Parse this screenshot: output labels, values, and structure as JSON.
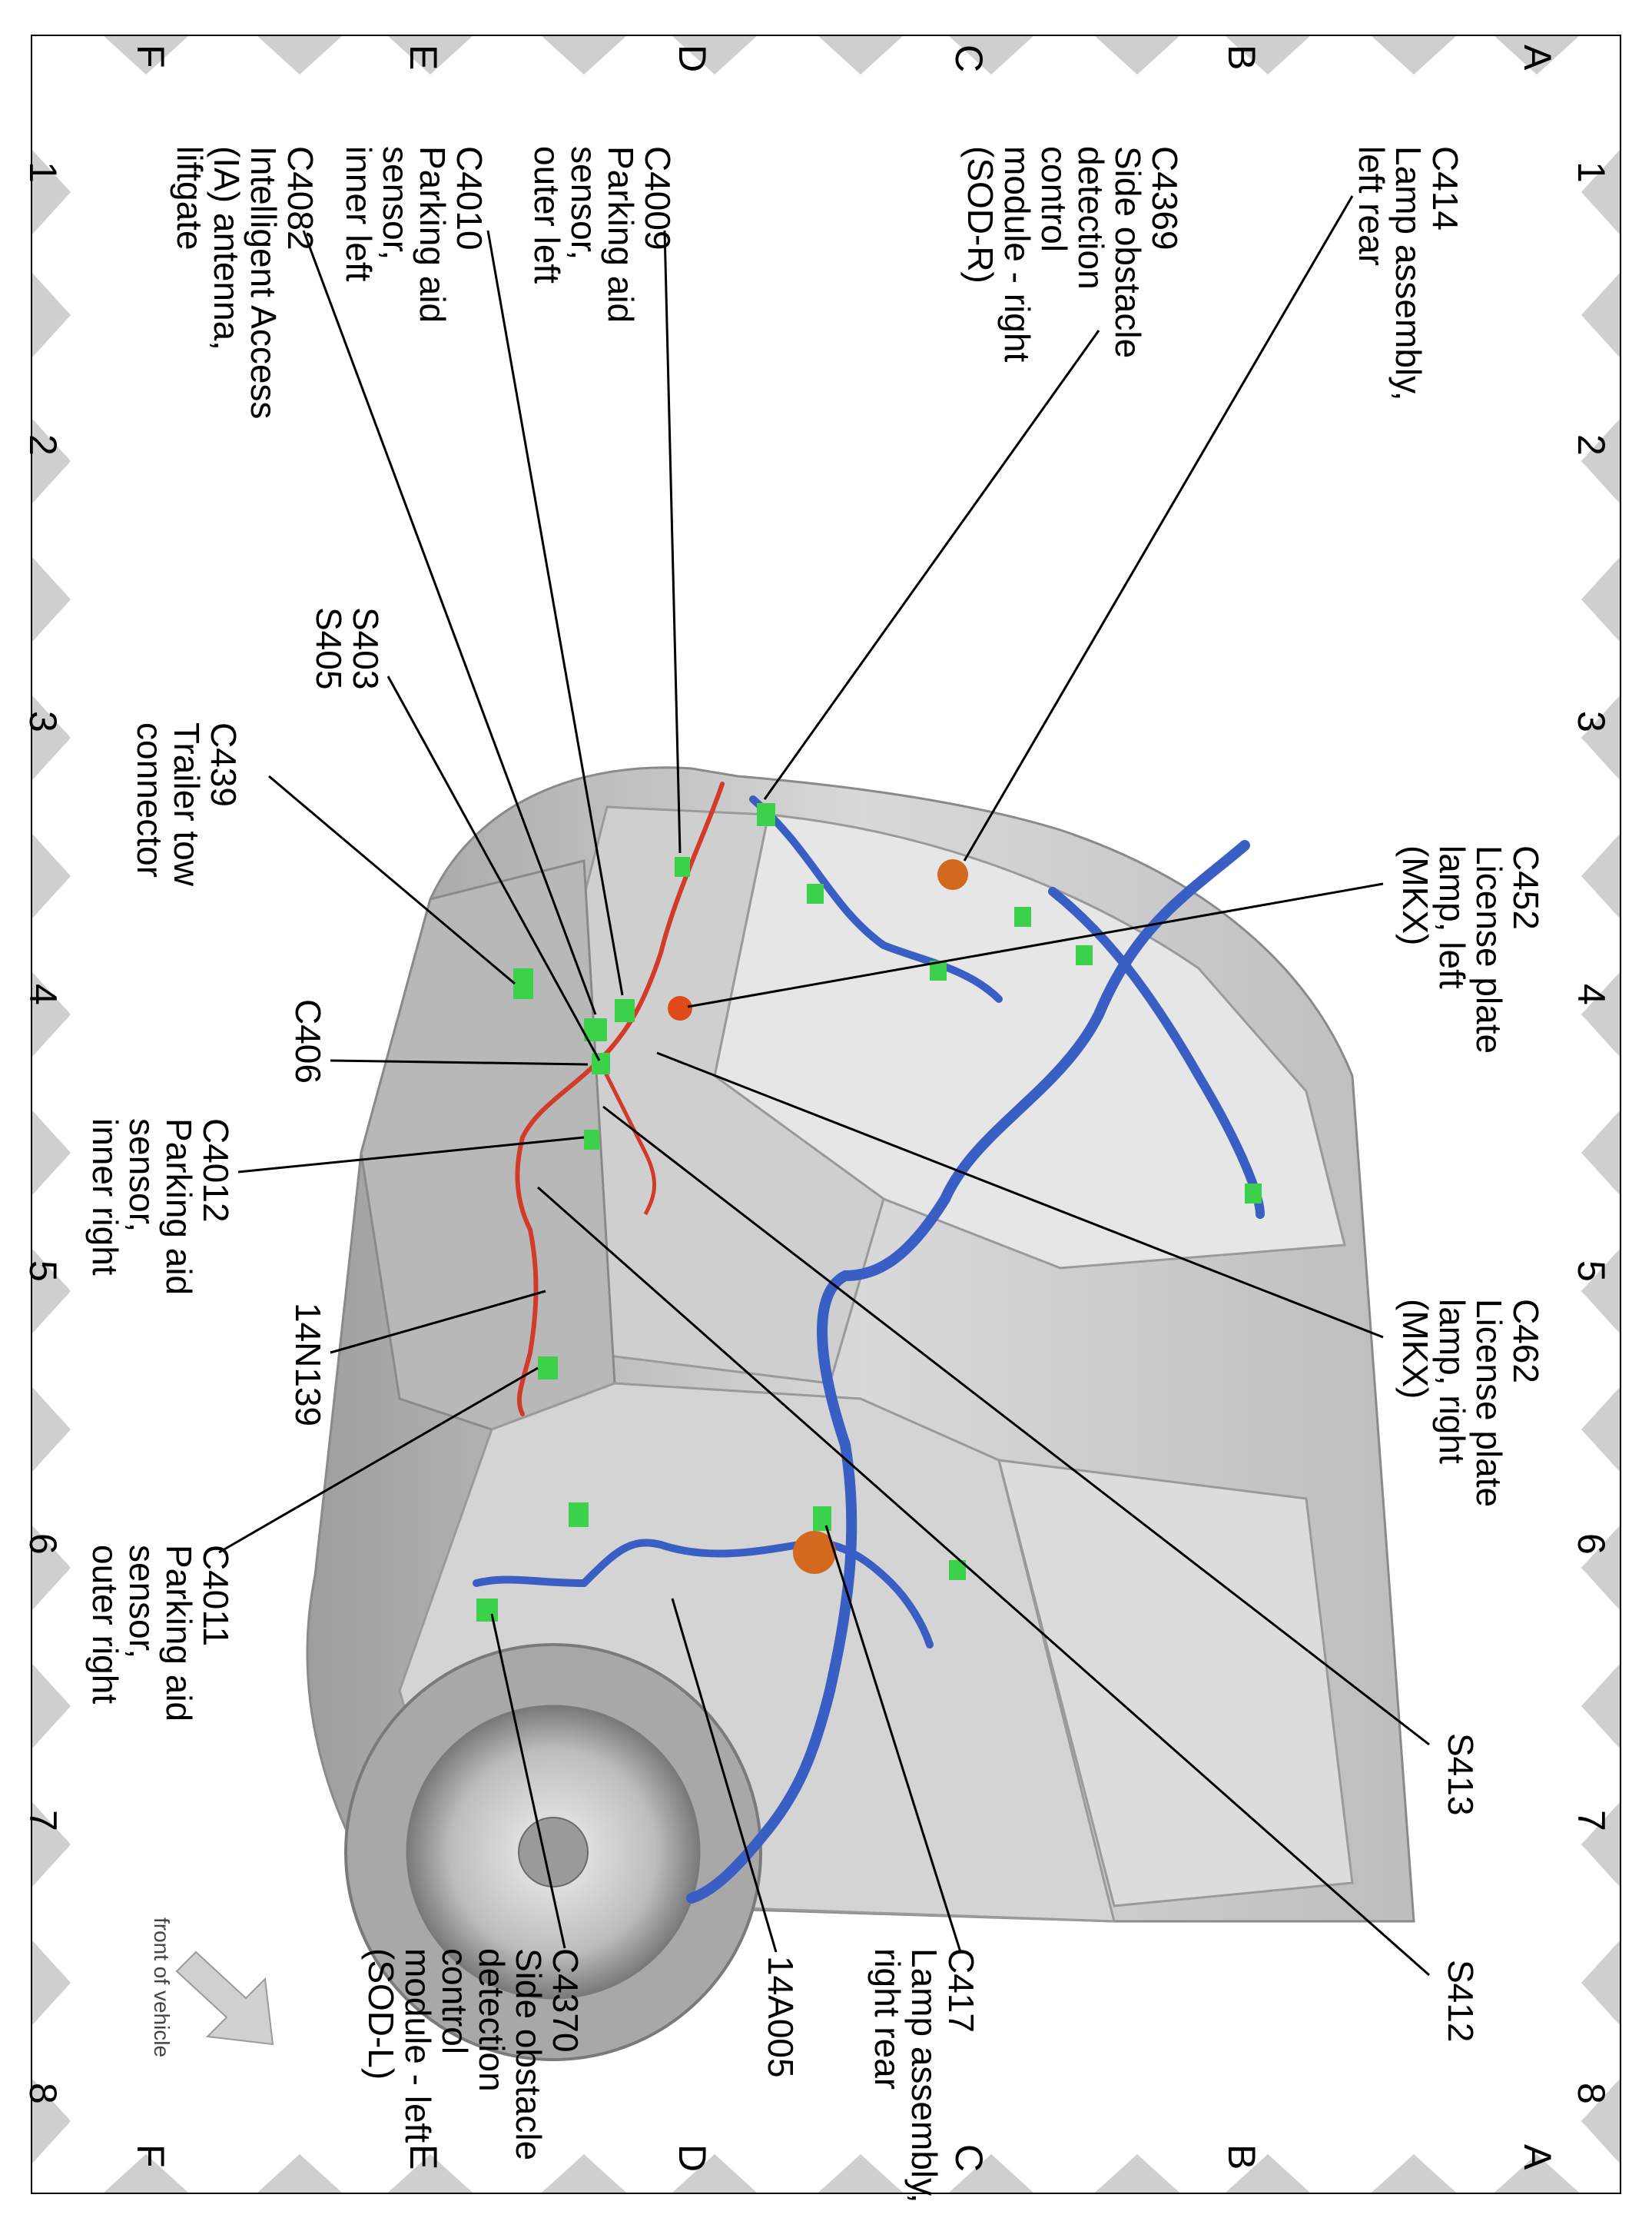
{
  "zones": {
    "letters": [
      "A",
      "B",
      "C",
      "D",
      "E",
      "F"
    ],
    "numbers": [
      "1",
      "2",
      "3",
      "4",
      "5",
      "6",
      "7",
      "8"
    ]
  },
  "colors": {
    "frame": "#000000",
    "marker": "#cfcfcf",
    "body": "#c8c8c8",
    "harness_blue": "#3a5fc4",
    "harness_red": "#d23a2a",
    "connector_green": "#3bd14a",
    "connector_orange": "#d2691e"
  },
  "labels": {
    "c414": "C414\nLamp assembly,\nleft rear",
    "c4369": "C4369\nSide obstacle\ndetection\ncontrol\nmodule - right\n(SOD-R)",
    "c4009": "C4009\nParking aid\nsensor,\nouter left",
    "c4010": "C4010\nParking aid\nsensor,\ninner left",
    "c4082": "C4082\nIntelligent Access\n(IA) antenna,\nliftgate",
    "s403": "S403\nS405",
    "c439": "C439\nTrailer tow\nconnector",
    "c406": "C406",
    "c4012": "C4012\nParking aid\nsensor,\ninner right",
    "n14n139": "14N139",
    "c4011": "C4011\nParking aid\nsensor,\nouter right",
    "c452": "C452\nLicense plate\nlamp, left\n(MKX)",
    "c462": "C462\nLicense plate\nlamp, right\n(MKX)",
    "s413": "S413",
    "s412": "S412",
    "c417": "C417\nLamp assembly,\nright rear",
    "n14a005": "14A005",
    "c4370": "C4370\nSide obstacle\ndetection\ncontrol\nmodule - left\n(SOD-L)",
    "front": "front of vehicle"
  }
}
